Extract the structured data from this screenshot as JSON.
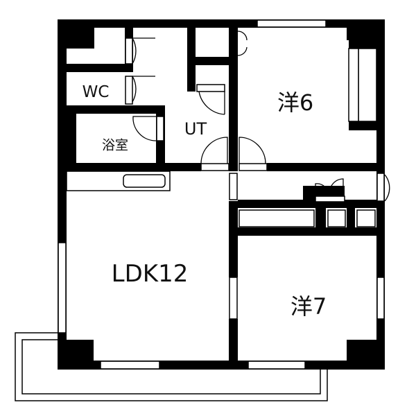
{
  "rooms": {
    "wc": "WC",
    "bath": "浴室",
    "utility": "UT",
    "western6": "洋6",
    "ldk": "LDK12",
    "western7": "洋7"
  },
  "colors": {
    "wall": "#000000",
    "background": "#ffffff"
  }
}
